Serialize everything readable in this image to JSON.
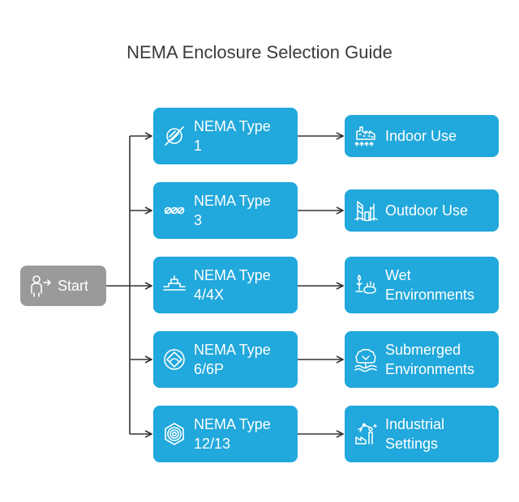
{
  "title": "NEMA Enclosure Selection Guide",
  "start": {
    "label": "Start",
    "icon": "person-arrow-icon"
  },
  "types": [
    {
      "line1": "NEMA Type",
      "line2": "1",
      "icon": "slashed-circle-icon"
    },
    {
      "line1": "NEMA Type",
      "line2": "3",
      "icon": "rain-drops-icon"
    },
    {
      "line1": "NEMA Type",
      "line2": "4/4X",
      "icon": "pipe-fitting-icon"
    },
    {
      "line1": "NEMA Type",
      "line2": "6/6P",
      "icon": "diamond-wave-icon"
    },
    {
      "line1": "NEMA Type",
      "line2": "12/13",
      "icon": "concentric-circles-icon"
    }
  ],
  "uses": [
    {
      "line1": "Indoor Use",
      "line2": "",
      "icon": "factory-icon"
    },
    {
      "line1": "Outdoor Use",
      "line2": "",
      "icon": "offshore-rig-icon"
    },
    {
      "line1": "Wet",
      "line2": "Environments",
      "icon": "drops-plant-icon"
    },
    {
      "line1": "Submerged",
      "line2": "Environments",
      "icon": "underwater-tree-icon"
    },
    {
      "line1": "Industrial",
      "line2": "Settings",
      "icon": "robot-arm-factory-icon"
    }
  ],
  "colors": {
    "node": "#21a8dc",
    "start": "#9a9a9a",
    "connector": "#333333",
    "title": "#3a3a3a"
  }
}
